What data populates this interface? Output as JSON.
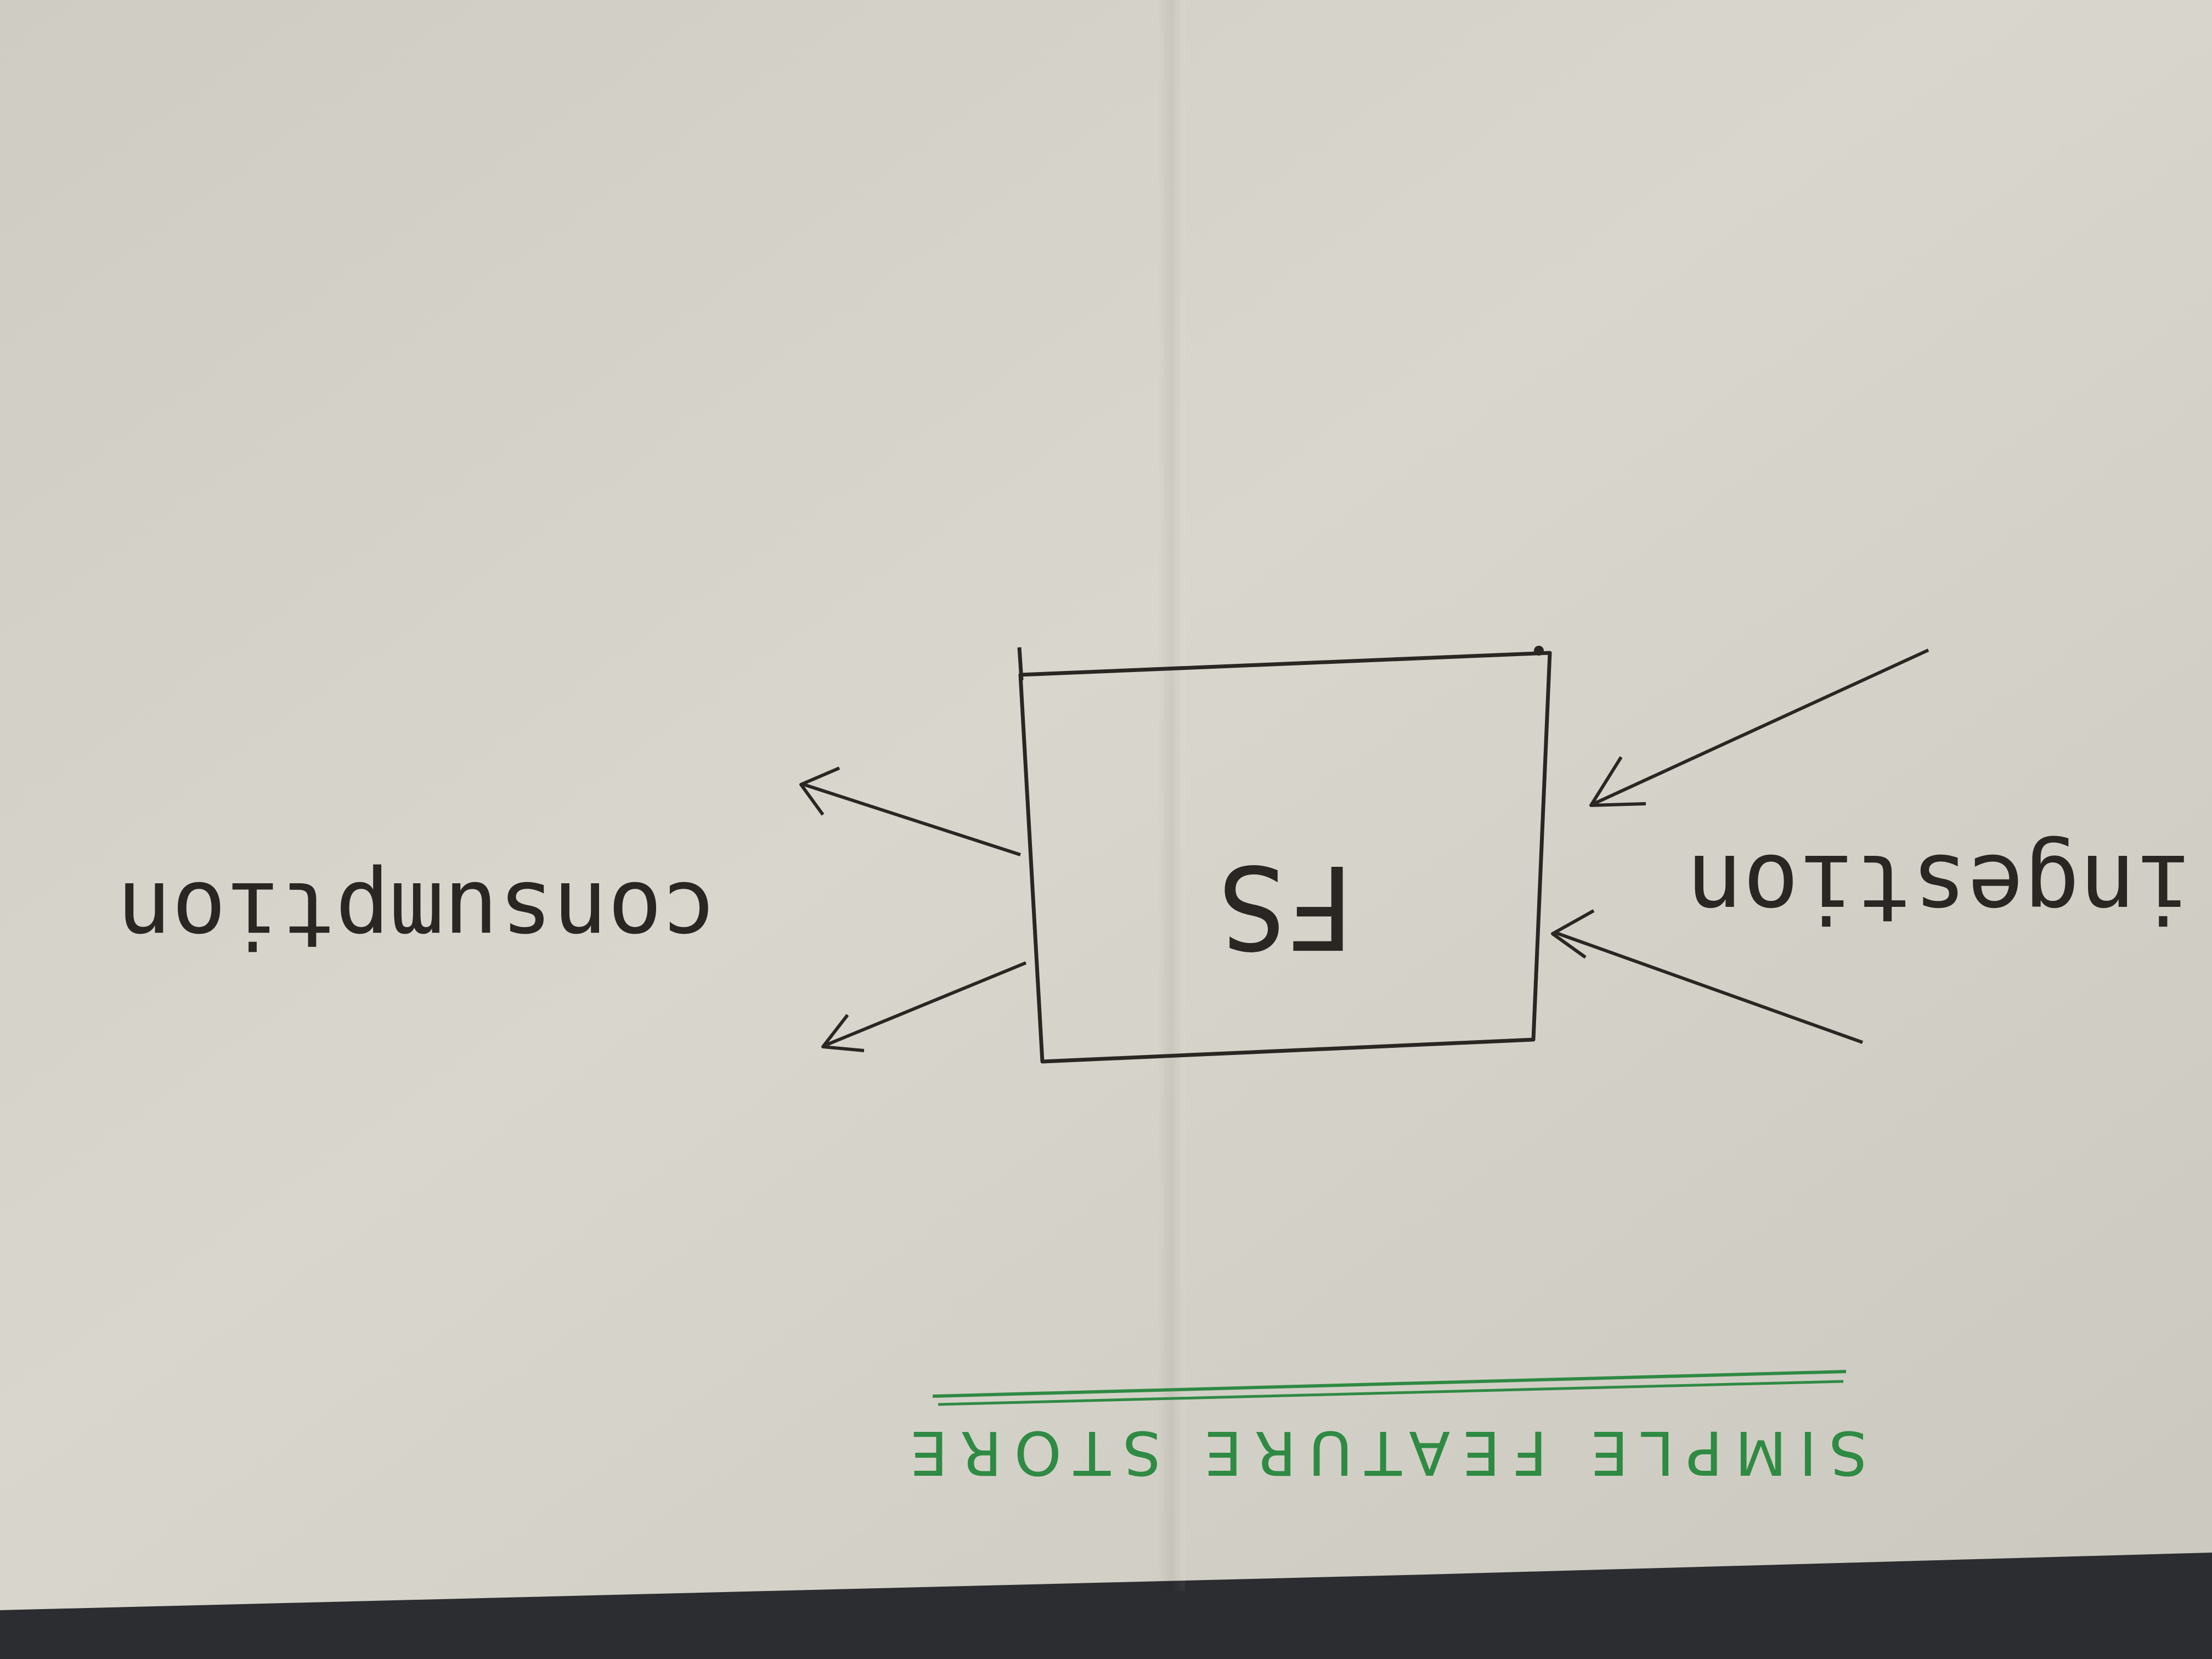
{
  "diagram": {
    "box_label": "FS",
    "input_label": "ingestion",
    "output_label": "consumption",
    "title": "SIMPLE FEATURE STORE"
  },
  "colors": {
    "paper": "#d7d5cb",
    "paper_shadow": "#c8c6bc",
    "ink": "#2a2624",
    "green_ink": "#2f8a43",
    "desk": "#2b2d31"
  }
}
